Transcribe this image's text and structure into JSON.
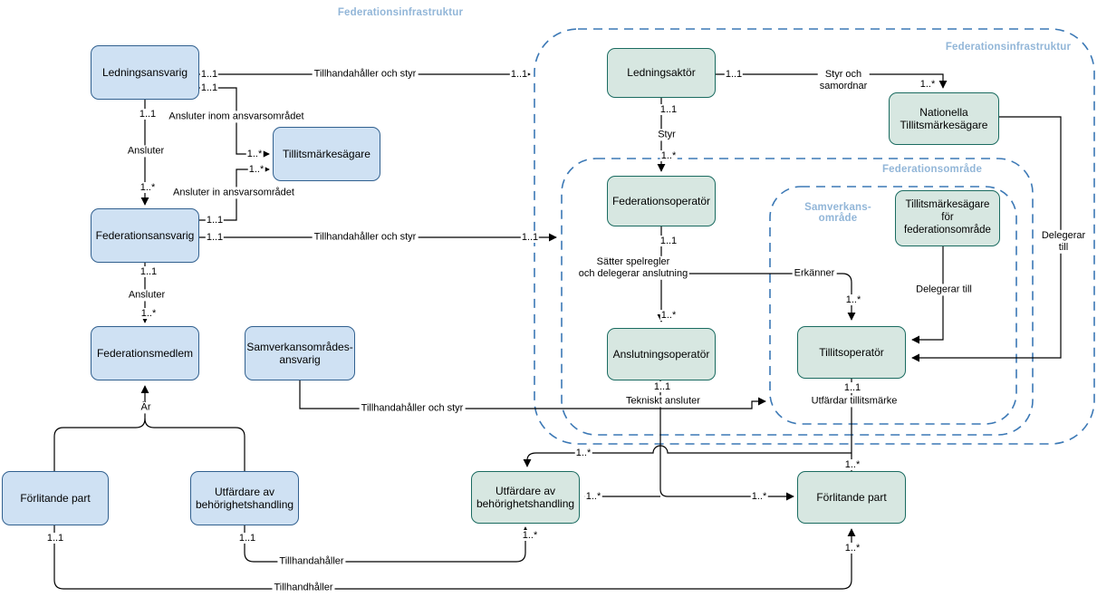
{
  "colors": {
    "blue_fill": "#cfe1f3",
    "blue_stroke": "#31608f",
    "green_fill": "#d7e7e1",
    "green_stroke": "#1a6b60",
    "container_stroke": "#3b78b5",
    "container_label": "#92b6d8",
    "line": "#000000"
  },
  "labels": {
    "floating_title": "Federationsinfrastruktur"
  },
  "containers": {
    "federationsinfrastruktur": {
      "label": "Federationsinfrastruktur"
    },
    "federationsomrade": {
      "label": "Federationsområde"
    },
    "samverkansomrade": {
      "label": "Samverkans-\nområde"
    }
  },
  "nodes": {
    "ledningsansvarig": "Ledningsansvarig",
    "tillitsmarkesagare": "Tillitsmärkesägare",
    "federationsansvarig": "Federationsansvarig",
    "federationsmedlem": "Federationsmedlem",
    "samverkansomradesansvarig": "Samverkansområdes-\nansvarig",
    "forlitande_part_vanster": "Förlitande part",
    "utfardare_vanster": "Utfärdare av\nbehörighetshandling",
    "ledningsaktor": "Ledningsaktör",
    "nationella_tillitsmarkesagare": "Nationella\nTillitsmärkesägare",
    "federationsoperator": "Federationsoperatör",
    "tillitsmarkesagare_federationsomrade": "Tillitsmärkesägare\nför\nfederationsområde",
    "anslutningsoperator": "Anslutningsoperatör",
    "tillitsoperator": "Tillitsoperatör",
    "utfardare_hoger": "Utfärdare av\nbehörighetshandling",
    "forlitande_part_hoger": "Förlitande part"
  },
  "edges": {
    "tillhandahaller_och_styr_topp": "Tillhandahåller och styr",
    "ansluter_inom_ansvarsomradet": "Ansluter inom ansvarsområdet",
    "ansluter_in_ansvarsomradet": "Ansluter in ansvarsområdet",
    "ansluter_1": "Ansluter",
    "ansluter_2": "Ansluter",
    "ar": "Är",
    "tillhandahaller_och_styr_mitt": "Tillhandahåller och styr",
    "tillhandahaller_och_styr_samverkan": "Tillhandahåller och styr",
    "styr_och_samordnar": "Styr och\nsamordnar",
    "styr": "Styr",
    "satter_spelregler": "Sätter spelregler\noch delegerar anslutning",
    "erkanner": "Erkänner",
    "delegerar_till_1": "Delegerar till",
    "delegerar_till_2": "Delegerar till",
    "tekniskt_ansluter": "Tekniskt ansluter",
    "utfardar_tillitsmarke": "Utfärdar tillitsmärke",
    "tillhandahaller": "Tillhandahåller",
    "tillhandhaller": "Tillhandhåller"
  },
  "mults": {
    "m0": "1..1",
    "m1": "1..1",
    "m2": "1..1",
    "m3": "1..*",
    "m4": "1..*",
    "m5": "1..1",
    "m6": "1..1",
    "m7": "1..*",
    "m8": "1..1",
    "m9": "1..*",
    "m10": "1..1",
    "m11": "1..1",
    "m12": "1..1",
    "m13": "1..1",
    "m14": "1..1",
    "m15": "1..*",
    "m16": "1..1",
    "m17": "1..*",
    "m18": "1..1",
    "m19": "1..*",
    "m20": "1..1",
    "m21": "1..1",
    "m22": "1..*",
    "m23": "1..*",
    "m24": "1..*",
    "m25": "1..*",
    "m26": "1..*",
    "m27": "1..*",
    "m28": "1..*"
  }
}
